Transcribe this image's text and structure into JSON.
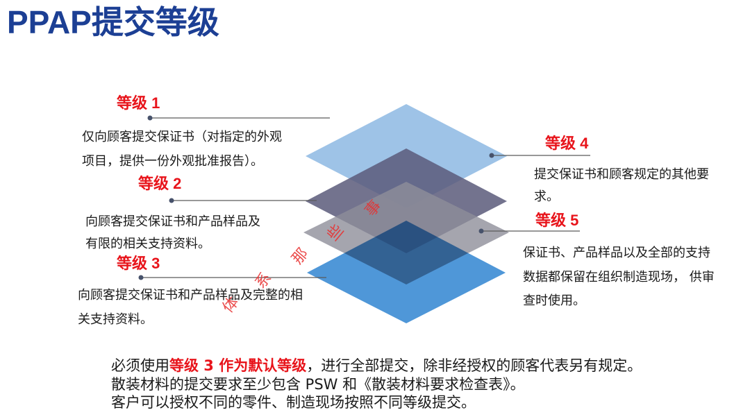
{
  "title": "PPAP提交等级",
  "levels": [
    {
      "label": "等级 1",
      "lines": [
        "仅向顾客提交保证书（对指定的外观",
        "项目，提供一份外观批准报告）。"
      ]
    },
    {
      "label": "等级 2",
      "lines": [
        "向顾客提交保证书和产品样品及",
        "有限的相关支持资料。"
      ]
    },
    {
      "label": "等级 3",
      "lines": [
        "向顾客提交保证书和产品样品及完整的相",
        "关支持资料。"
      ]
    },
    {
      "label": "等级 4",
      "lines": [
        "提交保证书和顾客规定的其他要",
        "求。"
      ]
    },
    {
      "label": "等级 5",
      "lines": [
        "保证书、产品样品以及全部的支持",
        "数据都保留在组织制造现场， 供审",
        "查时使用。"
      ]
    }
  ],
  "watermark": {
    "chars": [
      "体",
      "系",
      "那",
      "些",
      "事"
    ]
  },
  "notes": {
    "line1": {
      "prefix": "必须使用",
      "highlight": "等级 3 作为默认等级",
      "suffix": "，进行全部提交，除非经授权的顾客代表另有规定。"
    },
    "line2": "散装材料的提交要求至少包含 PSW 和《散装材料要求检查表》。",
    "line3": "客户可以授权不同的零件、制造现场按照不同等级提交。"
  },
  "colors": {
    "title": "#1c3f94",
    "level_label": "#e8141b",
    "text": "#1a1a1a",
    "watermark": "#e83030",
    "connector": "#5a5a5a",
    "connector_dot": "#47526b",
    "layers": [
      "#9ec3e7",
      "#5a5b7a",
      "#8f8e9a",
      "#4f97d8"
    ]
  }
}
